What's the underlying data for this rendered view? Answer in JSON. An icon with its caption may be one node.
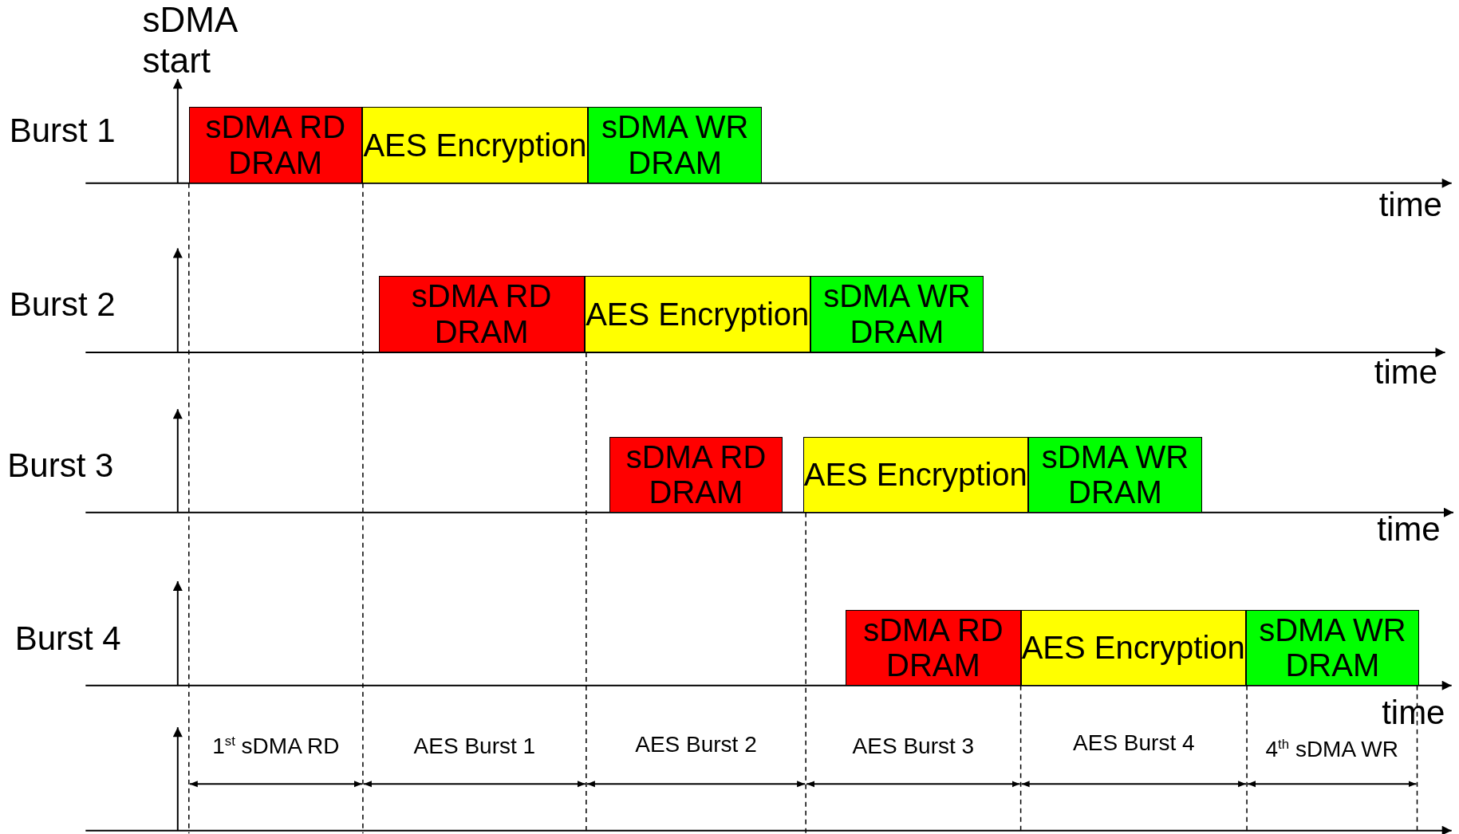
{
  "diagram": {
    "nodes": [
      {
        "text": [
          "sDMA RD DRAM"
        ]
      },
      {
        "text": [
          "AES Encryption"
        ]
      },
      {
        "text": [
          "sDMA WR DRAM"
        ]
      },
      {
        "text": [
          "sDMA RD DRAM"
        ]
      },
      {
        "text": [
          "AES Encryption"
        ]
      },
      {
        "text": [
          "sDMA WR DRAM"
        ]
      },
      {
        "text": [
          "sDMA RD DRAM"
        ]
      },
      {
        "text": [
          "AES Encryption"
        ]
      },
      {
        "text": [
          "sDMA WR DRAM"
        ]
      },
      {
        "text": [
          "sDMA RD DRAM"
        ]
      },
      {
        "text": [
          "AES Encryption"
        ]
      },
      {
        "text": [
          "sDMA WR DRAM"
        ]
      }
    ],
    "labels": [
      "sDMA start",
      "Burst 1",
      "time",
      "Burst 2",
      "time",
      "Burst 3",
      "time",
      "Burst 4",
      "time",
      "1$^{st}$ sDMA RD",
      "AES Burst 1",
      "AES Burst 2",
      "AES Burst 3",
      "AES Burst 4",
      "4$^{th}$ sDMA WR"
    ]
  }
}
